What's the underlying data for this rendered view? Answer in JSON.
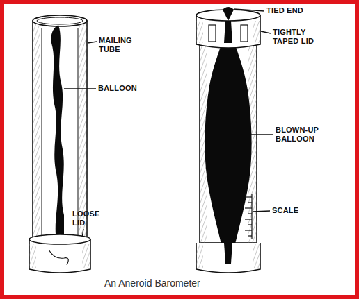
{
  "diagram": {
    "caption": "An Aneroid Barometer",
    "labels": [
      "MAILING TUBE",
      "BALLOON",
      "LOOSE LID",
      "TIED END",
      "TIGHTLY TAPED LID",
      "BLOWN-UP BALLOON",
      "SCALE"
    ]
  }
}
